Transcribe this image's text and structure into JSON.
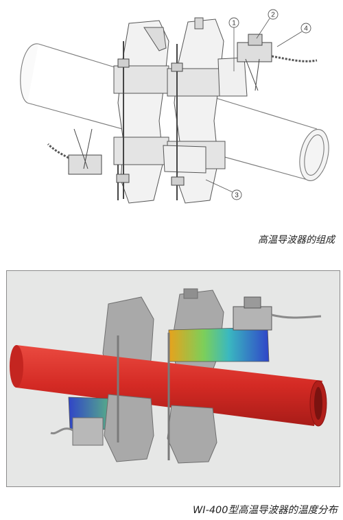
{
  "figure1": {
    "callouts": [
      {
        "label": "1"
      },
      {
        "label": "2"
      },
      {
        "label": "3"
      },
      {
        "label": "4"
      }
    ],
    "caption": "高温导波器的组成"
  },
  "figure2": {
    "caption": "WI-400型高温导波器的温度分布",
    "colors": {
      "pipe": "#d42a24",
      "hot": "#e8a21c",
      "mid": "#3ab8c0",
      "cool": "#3045c8",
      "metal": "#a9a9a9"
    }
  }
}
